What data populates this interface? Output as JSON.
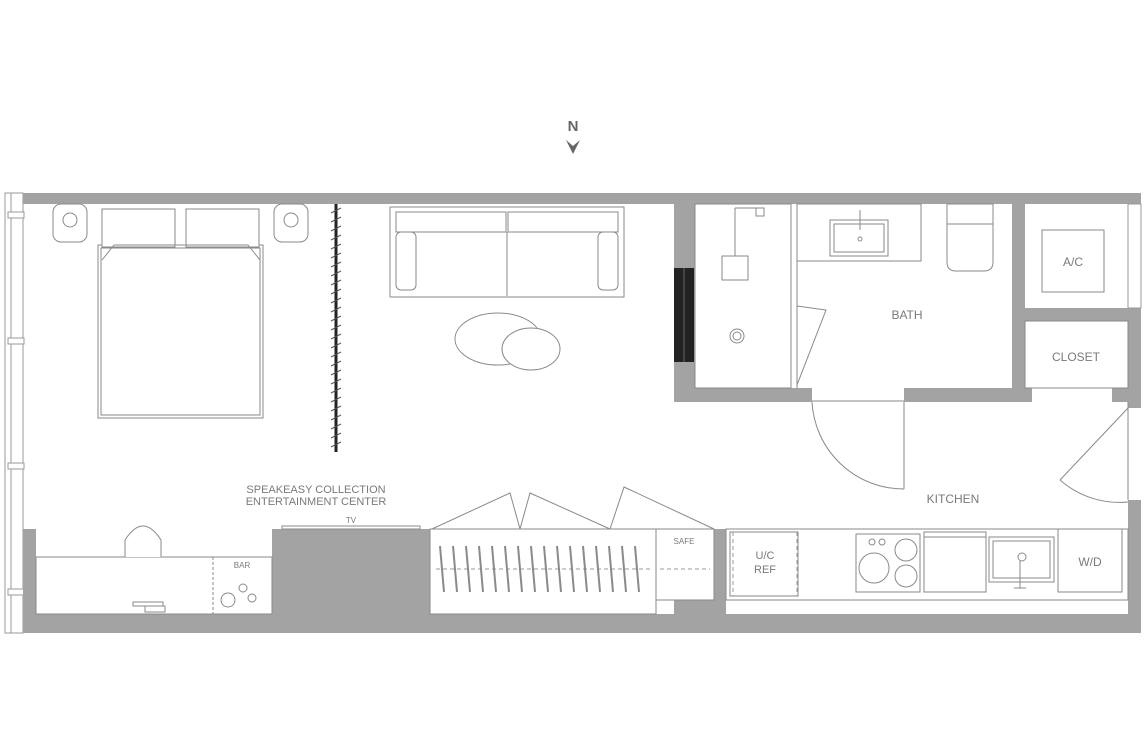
{
  "compass": {
    "label": "N"
  },
  "rooms": {
    "bath": "BATH",
    "closet": "CLOSET",
    "ac": "A/C",
    "kitchen": "KITCHEN"
  },
  "entertainment": {
    "line1": "SPEAKEASY COLLECTION",
    "line2": "ENTERTAINMENT CENTER",
    "tv": "TV",
    "bar": "BAR"
  },
  "fixtures": {
    "safe": "SAFE",
    "ref_line1": "U/C",
    "ref_line2": "REF",
    "washer_dryer": "W/D"
  },
  "colors": {
    "wall": "#a3a3a3",
    "line": "#8a8a8a",
    "glass_partition": "#222222"
  }
}
